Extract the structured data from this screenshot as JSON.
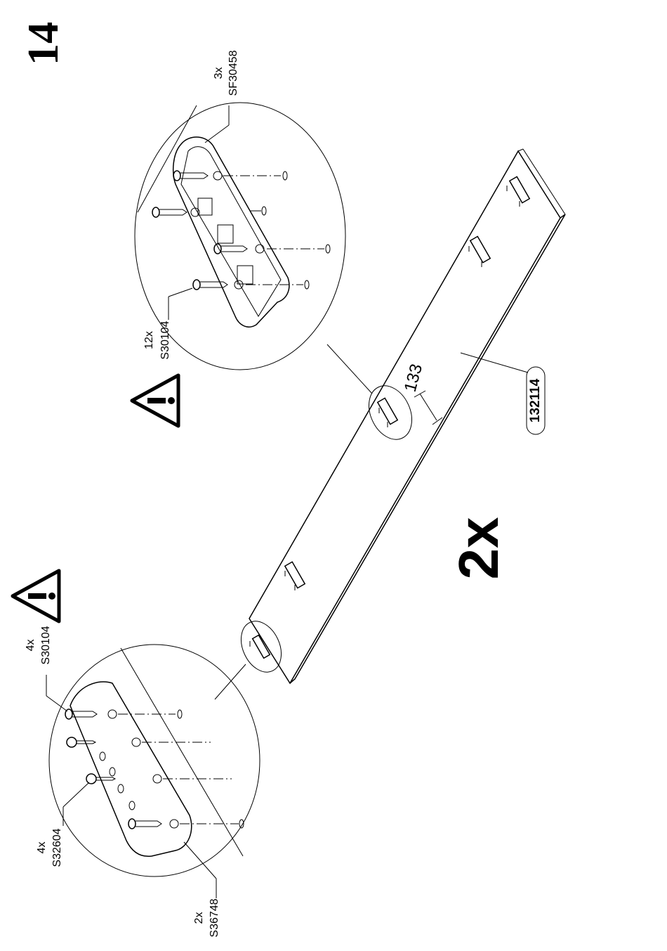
{
  "step": {
    "number": "14"
  },
  "quantity": {
    "label": "2x"
  },
  "board": {
    "part_number": "132114",
    "dimension": "133"
  },
  "detail_top": {
    "plate": {
      "qty": "3x",
      "code": "SF30458"
    },
    "screws": {
      "qty": "12x",
      "code": "S30104"
    }
  },
  "detail_bottom": {
    "screws_a": {
      "qty": "4x",
      "code": "S30104"
    },
    "screws_b": {
      "qty": "4x",
      "code": "S32604"
    },
    "plate": {
      "qty": "2x",
      "code": "S36748"
    }
  },
  "warning": {
    "icon": "warning-icon"
  }
}
